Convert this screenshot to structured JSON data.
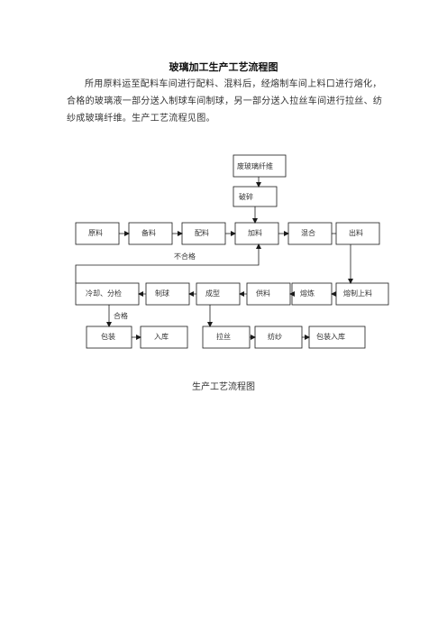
{
  "title": "玻璃加工生产工艺流程图",
  "intro": "所用原料运至配料车间进行配料、混料后，经熔制车间上料口进行熔化，合格的玻璃液一部分送入制球车间制球，另一部分送入拉丝车间进行拉丝、纺纱成玻璃纤维。生产工艺流程见图。",
  "flowchart": {
    "nodes": {
      "fei_boli": "废玻璃纤维",
      "posui": "破碎",
      "yuanliao": "原料",
      "beiliao": "备料",
      "peiliao": "配料",
      "jialiao": "加料",
      "hunhe": "混合",
      "chuliao": "出料",
      "lengque": "冷却、分检",
      "zhiqiu": "制球",
      "chengxing": "成型",
      "gongliao": "供料",
      "ronglian": "熔炼",
      "rongzhi": "熔制上料",
      "baozhuang": "包装",
      "ruku": "入库",
      "lasi": "拉丝",
      "fangsha": "纺纱",
      "baozhuang_ruku": "包装入库"
    },
    "labels": {
      "buhege": "不合格",
      "hege": "合格"
    }
  },
  "caption": "生产工艺流程图"
}
